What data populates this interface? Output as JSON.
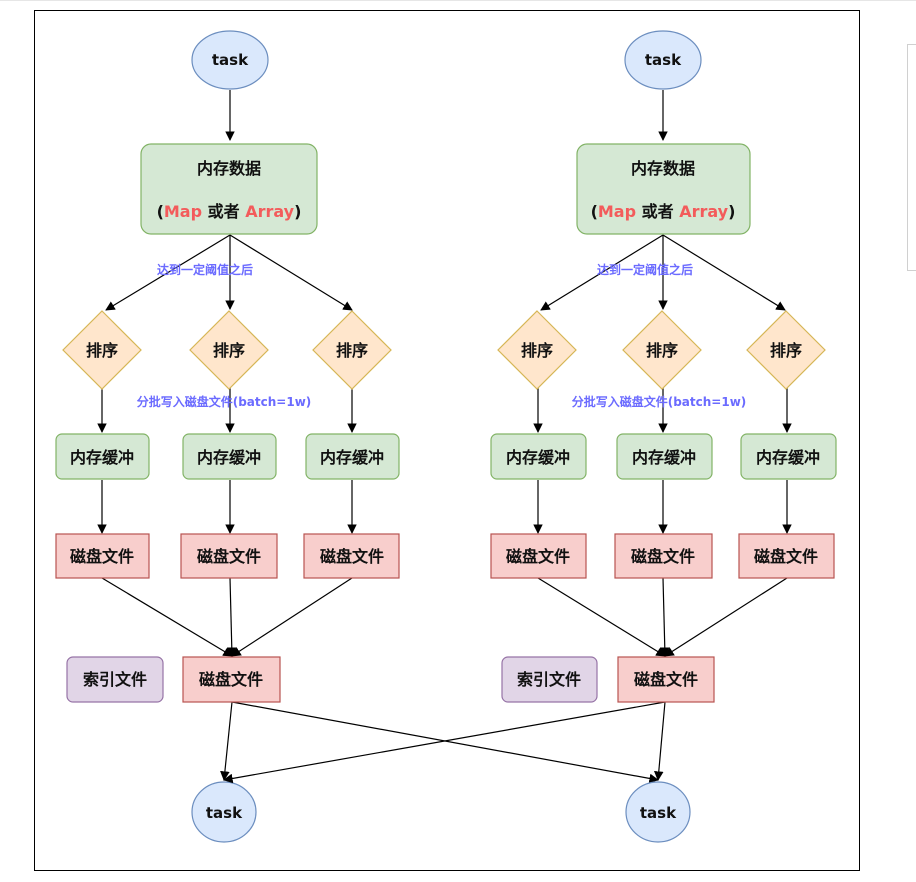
{
  "colors": {
    "task_fill": "#dae8fc",
    "task_stroke": "#6c8ebf",
    "green_fill": "#d5e8d4",
    "green_stroke": "#82b366",
    "diamond_fill": "#ffe6cc",
    "diamond_stroke": "#d6b656",
    "disk_fill": "#f8cecc",
    "disk_stroke": "#b85450",
    "index_fill": "#e1d5e7",
    "index_stroke": "#9673a6",
    "note_text": "#6b6bff",
    "highlight_text": "#f35b5b"
  },
  "flows": [
    {
      "task_top": "task",
      "memory_title": "内存数据",
      "memory_paren_open": "(",
      "memory_map": "Map",
      "memory_or": " 或者 ",
      "memory_array": "Array",
      "memory_paren_close": ")",
      "threshold_note": "达到一定阈值之后",
      "sort_labels": [
        "排序",
        "排序",
        "排序"
      ],
      "batch_note": "分批写入磁盘文件(batch=1w)",
      "buffer_labels": [
        "内存缓冲",
        "内存缓冲",
        "内存缓冲"
      ],
      "disk_labels": [
        "磁盘文件",
        "磁盘文件",
        "磁盘文件"
      ],
      "index_label": "索引文件",
      "merged_disk_label": "磁盘文件",
      "task_bottom": "task"
    },
    {
      "task_top": "task",
      "memory_title": "内存数据",
      "memory_paren_open": "(",
      "memory_map": "Map",
      "memory_or": " 或者 ",
      "memory_array": "Array",
      "memory_paren_close": ")",
      "threshold_note": "达到一定阈值之后",
      "sort_labels": [
        "排序",
        "排序",
        "排序"
      ],
      "batch_note": "分批写入磁盘文件(batch=1w)",
      "buffer_labels": [
        "内存缓冲",
        "内存缓冲",
        "内存缓冲"
      ],
      "disk_labels": [
        "磁盘文件",
        "磁盘文件",
        "磁盘文件"
      ],
      "index_label": "索引文件",
      "merged_disk_label": "磁盘文件",
      "task_bottom": "task"
    }
  ]
}
